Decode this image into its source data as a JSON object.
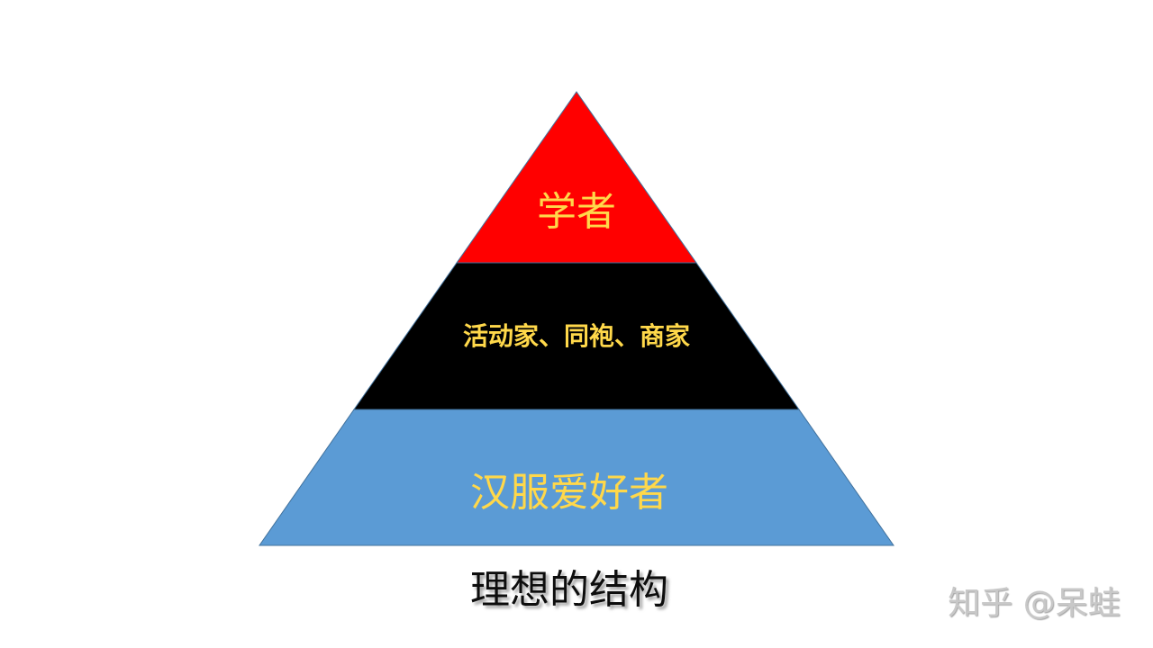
{
  "diagram": {
    "type": "pyramid",
    "layers": [
      {
        "label": "学者",
        "color": "#ff0000",
        "text_color": "#ffd84a",
        "level": "top"
      },
      {
        "label": "活动家、同袍、商家",
        "color": "#000000",
        "text_color": "#ffd84a",
        "level": "middle"
      },
      {
        "label": "汉服爱好者",
        "color": "#5b9bd5",
        "text_color": "#ffd84a",
        "level": "bottom"
      }
    ],
    "caption": "理想的结构",
    "outline_color": "#41719c"
  },
  "watermark": "知乎 @呆蛙"
}
